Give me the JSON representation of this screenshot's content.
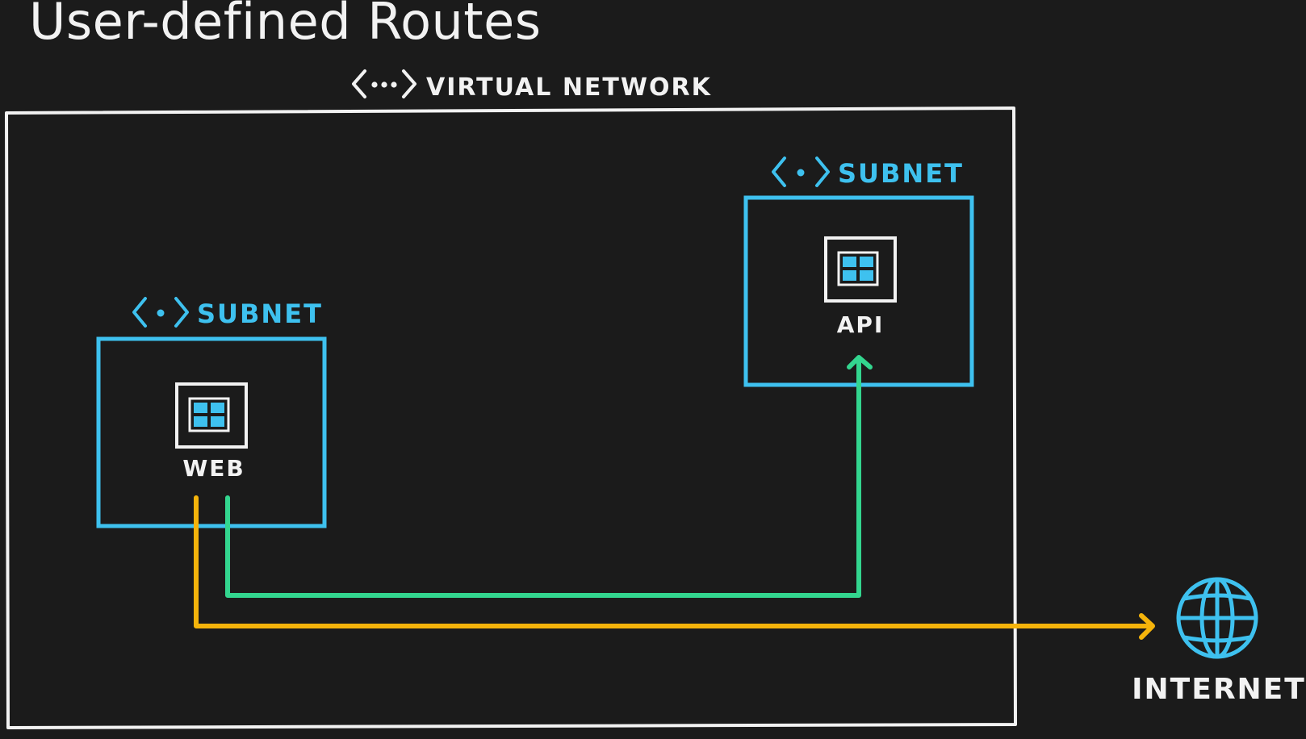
{
  "title": "User-defined Routes",
  "colors": {
    "background": "#1b1b1b",
    "foreground": "#f2f2f2",
    "subnet": "#3ec1ef",
    "vm_route": "#33d68f",
    "internet_route": "#f5b40b"
  },
  "virtual_network": {
    "label": "VIRTUAL NETWORK",
    "icon": "code-brackets-icon"
  },
  "subnets": [
    {
      "label": "SUBNET",
      "icon": "code-brackets-icon",
      "resource": {
        "label": "WEB",
        "icon": "virtual-machine-icon"
      }
    },
    {
      "label": "SUBNET",
      "icon": "code-brackets-icon",
      "resource": {
        "label": "API",
        "icon": "virtual-machine-icon"
      }
    }
  ],
  "internet": {
    "label": "INTERNET",
    "icon": "globe-icon"
  },
  "routes": [
    {
      "from": "WEB",
      "to": "API",
      "color": "#33d68f"
    },
    {
      "from": "WEB",
      "to": "INTERNET",
      "color": "#f5b40b"
    }
  ]
}
